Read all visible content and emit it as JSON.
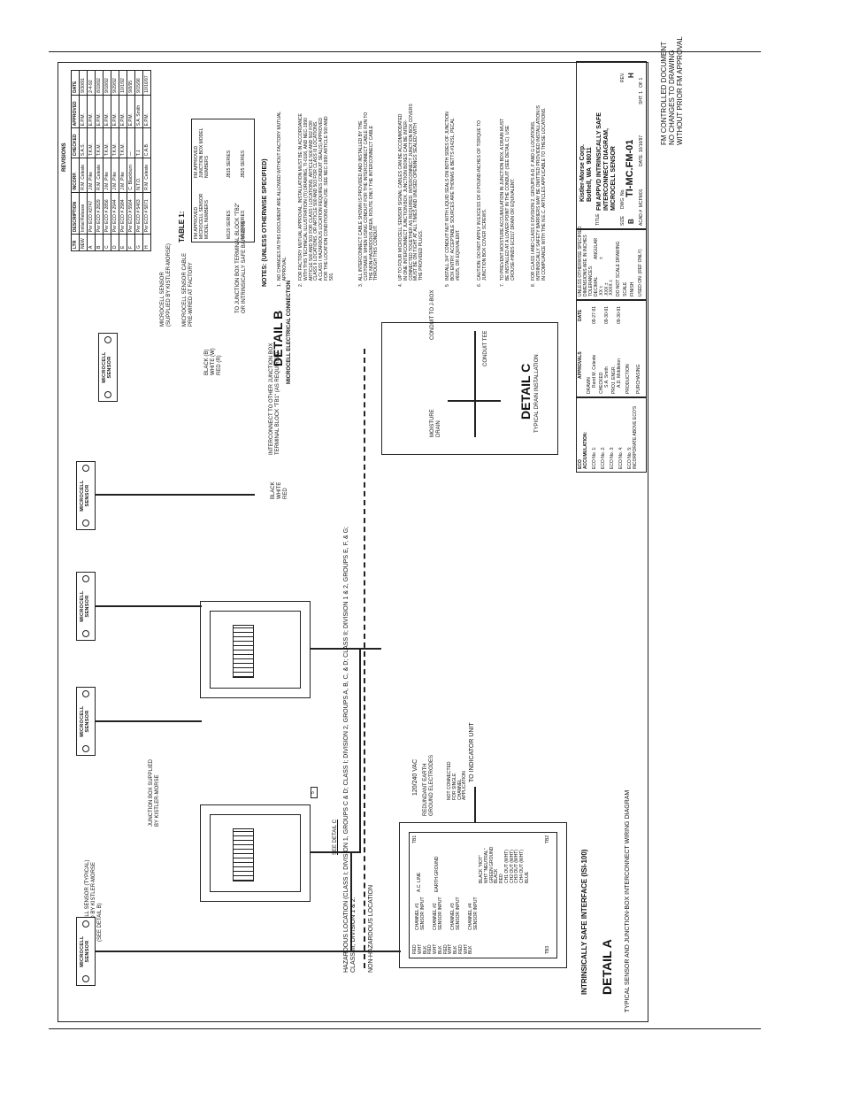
{
  "revisions": {
    "title": "REVISIONS",
    "headers": [
      "LTR",
      "DESCRIPTION",
      "INCORP.",
      "CHECKED",
      "APPROVED",
      "DATE"
    ],
    "rows": [
      [
        "NEW",
        "Initial Release",
        "R.M. Celeste",
        "S.A.S.",
        "E.P.M.",
        "9/30/91"
      ],
      [
        "A",
        "Per ECO #2747",
        "J.M. Pike",
        "T.K.M.",
        "E.P.M.",
        "2-4-92"
      ],
      [
        "B",
        "Per ECO # 2829",
        "R.M. Celeste",
        "T.K.M.",
        "E.P.M.",
        "8/19/92"
      ],
      [
        "C",
        "Per ECO # 2856",
        "J.M. Pike",
        "T.K.M.",
        "E.P.M.",
        "9/18/92"
      ],
      [
        "D",
        "Per ECO # 2944",
        "J.M. Pike",
        "T.K.M.",
        "E.P.M.",
        "9/29/92"
      ],
      [
        "E",
        "Per ECO # 2984",
        "J.M. Pike",
        "T.K.M.",
        "E.P.M.",
        "10/1/92"
      ],
      [
        "F",
        "Per ECO # 5564",
        "C. Blackburn",
        "—",
        "E.P.M.",
        "9/8/95"
      ],
      [
        "G",
        "Per ECO # 5463",
        "N.T.O.",
        "T.J.",
        "S.A. Smith",
        "9/15/96"
      ],
      [
        "H",
        "Per ECO # 5871",
        "R.M. Celeste",
        "C.A.B.",
        "E.P.M.",
        "10/16/97"
      ]
    ]
  },
  "table1": {
    "title": "TABLE 1:",
    "col1_header": "FM APPROVED MICROCELL SENSOR MODEL NUMBERS",
    "col2_header": "FM APPROVED JUNCTION BOX MODEL NUMBERS",
    "rows": [
      [
        "M120 SERIES",
        "JB15 SERIES"
      ],
      [
        "M130 SERIES",
        "JB25 SERIES"
      ]
    ]
  },
  "notes": {
    "title": "NOTES: (UNLESS OTHERWISE SPECIFIED)",
    "items": [
      "1.  NO CHANGES IN THIS DOCUMENT ARE ALLOWED WITHOUT FACTORY MUTUAL\n     APPROVAL.",
      "2.  FOR FACTORY MUTUAL APPROVAL, INSTALLATION MUST BE IN ACCORDANCE\n     WITH THIS TECHNICAL ILLUSTRATION (TI) DRAWING, TI-0106, AND NEC-1990\n     ARTICLE 500 AND 501 FOR CLASS I LOCATIONS, ARTICLE 500 AND 502 FOR\n     CLASS II LOCATIONS, OR ARTICLE 500 AND 503 FOR CLASS III LOCATIONS.\n     A CLASS I HAZARDOUS LOCATION REQUIRES CONDUIT SEAL(S) APPROVED\n     FOR THE LOCATION CONDITIONS AND USE. SEE NEC-1990 ARTICLE 500 AND\n     501.",
      "3.  ALL INTERCONNECT CABLE SHOWN IS PROVIDED AND INSTALLED BY THE\n     CUSTOMER. WHEN USING CONDUIT FOR THE INTERCONNECT CABLE RUN TO\n     THE NON-HAZARDOUS AREA, ROUTE ONLY THE INTERCONNECT CABLE\n     THROUGH THIS CONDUIT.",
      "4.  UP TO FOUR MICROCELL SENSOR SIGNAL CABLES CAN BE ACCOMMODATED\n     IN ONE INTERCONNECT JUNCTION BOX. JUNCTION BOXES CAN BE INTER-\n     CONNECTED TOGETHER AS REQUIRED. INTERCONNECT JUNCTION BOX COVERS\n     MUST BE ON TIGHT AT ALL TIMES AND UNUSED OPENINGS SEALED WITH\n     THE PROVIDED PLUGS.",
      "5   INSTALL 3/4\" CONDUIT NUT WITH LIQUID SEALS ON BOTH SIDES OF JUNCTION\n     BOX ENTRY. ACCEPTABLE SOURCES ARE THOMAS & BETTS #142SL, PECAL\n     #6025, OR EQUIVALENT.",
      "6.  CAUTION: DO NOT APPLY IN EXCESS OF 8 POUND-INCHES OF TORQUE TO\n     JUNCTION BOX COVER SCREWS.",
      "7.  TO PREVENT MOISTURE ACCUMULATION IN JUNCTION BOX, A DRAIN MUST\n     BE INSTALLED AT A LOWER POINT IN THE CONDUIT (SEE DETAIL C). USE\n     CROUSE-HINDS ECD17 DRAIN OR EQUIVALENT.",
      "8.  FOR CLASS I AND CLASS II DIVISION 2, GROUPS A-D, F AND G LOCATIONS,\n     INTRINSICALLY SAFETY BARRIERS MAY BE OMITTED PROVIDED INSTALLATION IS\n     IN COMPLIANCE WITH THE N.E.C. ARTICLES APPLICABLE TO THESE LOCATIONS."
    ]
  },
  "detail_a": {
    "title": "DETAIL A",
    "subtitle": "TYPICAL SENSOR AND JUNCTION-BOX INTERCONNECT WIRING DIAGRAM",
    "isi_label": "INTRINSICALLY SAFE INTERFACE (ISI-100)",
    "hazardous": "HAZARDOUS LOCATION (CLASS I; DIVISION 1, GROUPS C & D; CLASS I; DIVISION 2, GROUPS A, B, C, & D; CLASS II; DIVISION 1 & 2, GROUPS E, F, & G;\nCLASS III; DIVISION 1 & 2.",
    "non_hazardous": "NON-HAZARDOUS LOCATION",
    "sensor_label": "MICROCELL SENSOR (TYPICAL)\nSUPPLIED BY KISTLER-MORSE\n(SEE DETAIL B)",
    "jbox_label": "JUNCTION BOX SUPPLIED\nBY KISTLER-MORSE",
    "see_detail_c": "SEE DETAIL C",
    "interconnect": "INTERCONNECT TO OTHER JUNCTION BOX\nTERMINAL BLOCK \"TB1\" (AS REQUIRED)",
    "to_indicator": "TO INDICATOR UNIT",
    "vac": "120/240 VAC",
    "earth": "REDUNDANT EARTH\nGROUND ELECTRODES",
    "not_connected": "NOT CONNECTED\nFOR SINGLE\nCHANNEL\nAPPLICATION",
    "wires": "BLACK\nWHITE\nRED",
    "note5": "5",
    "sensor_text": "MICROCELL\nSENSOR",
    "isi_channels": [
      "CHANNEL #1\nSENSOR INPUT",
      "CHANNEL #2\nSENSOR INPUT",
      "CHANNEL #3\nSENSOR INPUT",
      "CHANNEL #4\nSENSOR INPUT"
    ],
    "isi_terms": "RED\nWHT\nBLK\nRED\nWHT\nBLK\nRED\nWHT\nBLK\nRED\nWHT\nBLK",
    "isi_outputs": "BLACK \"HOT\"\nWHT \"NEUTRAL\"\nGREEN GROUND\nBLACK\nRED\nCH1 OUT (WHT)\nCH2 OUT (WHT)\nCH3 OUT (WHT)\nCH4 OUT (WHT)\nBLUE",
    "ac_line": "A.C. LINE",
    "earth_ground": "EARTH GROUND",
    "tb1": "TB1",
    "tb2": "TB2",
    "tb3": "TB3"
  },
  "detail_b": {
    "title": "DETAIL B",
    "subtitle": "MICROCELL ELECTRICAL CONNECTION",
    "sensor": "MICROCELL SENSOR\n(SUPPLIED BY KISTLER-MORSE)",
    "cable": "MICROCELL SENSOR CABLE\nPRE-WIRED AT FACTORY",
    "wires": "BLACK (B)\nWHITE (W)\nRED (R)",
    "to_jbox": "TO JUNCTION BOX TERMINAL BLOCK \"TB2\"\nOR INTRINSICALLY SAFE BARRIERS"
  },
  "detail_c": {
    "title": "DETAIL C",
    "subtitle": "TYPICAL DRAIN INSTALLATION",
    "conduit_tee": "CONDUIT TEE",
    "to_jbox": "CONDUIT TO J-BOX",
    "drain": "MOISTURE\nDRAIN"
  },
  "title_block": {
    "eco_header": "ECO\nACCUMULATION:",
    "approvals": "APPROVALS",
    "date": "DATE",
    "drawn_label": "DRAWN",
    "drawn": "Rand M. Celeste",
    "drawn_date": "09-27-91",
    "checked_label": "CHECKED",
    "checked": "S.A. Smith",
    "checked_date": "09-30-91",
    "proj_label": "PROJ. ENGR.",
    "proj": "A.D. Middleton",
    "proj_date": "09-30-91",
    "production": "PRODUCTION",
    "purchasing": "PURCHASING",
    "eco_rows": [
      "ECO No. 1:",
      "ECO No. 2:",
      "ECO No. 3:",
      "ECO No. 4:",
      "ECO No. 5:\nINCORPORATE ABOVE ECO'S"
    ],
    "tolerances": "UNLESS OTHERWISE SPECIFIED\nDIMENSIONS ARE IN INCHES\nTOLERANCES:",
    "decimal": "DECIMAL\n.XX ±\n.XXX ±\n.XXXX ±",
    "angular": "ANGULAR\n±",
    "no_scale": "DO NOT SCALE DRAWING",
    "scale": "SCALE",
    "finish": "FINISH",
    "used_on": "USED ON: (REF ONLY)",
    "company": "Kistler-Morse Corp.\nBothell, WA  98011",
    "title_label": "TITLE",
    "title": "FM APPVD INTRINSICALLY SAFE\nINTERCONNECT DIAGRAM,\nMICROCELL SENSOR",
    "size_label": "SIZE",
    "size": "B",
    "dwg_label": "DWG. No.",
    "dwg": "TI-MC.FM-01",
    "rev_label": "REV.",
    "rev": "H",
    "date_label": "DATE: 10/16/97",
    "sheet": "SHT. 1   OF 1",
    "acad": "ACAD #  MCFM01"
  },
  "controlled_notice": "FM CONTROLLED DOCUMENT\nNO CHANGES TO DRAWING\nWITHOUT PRIOR FM APPROVAL"
}
